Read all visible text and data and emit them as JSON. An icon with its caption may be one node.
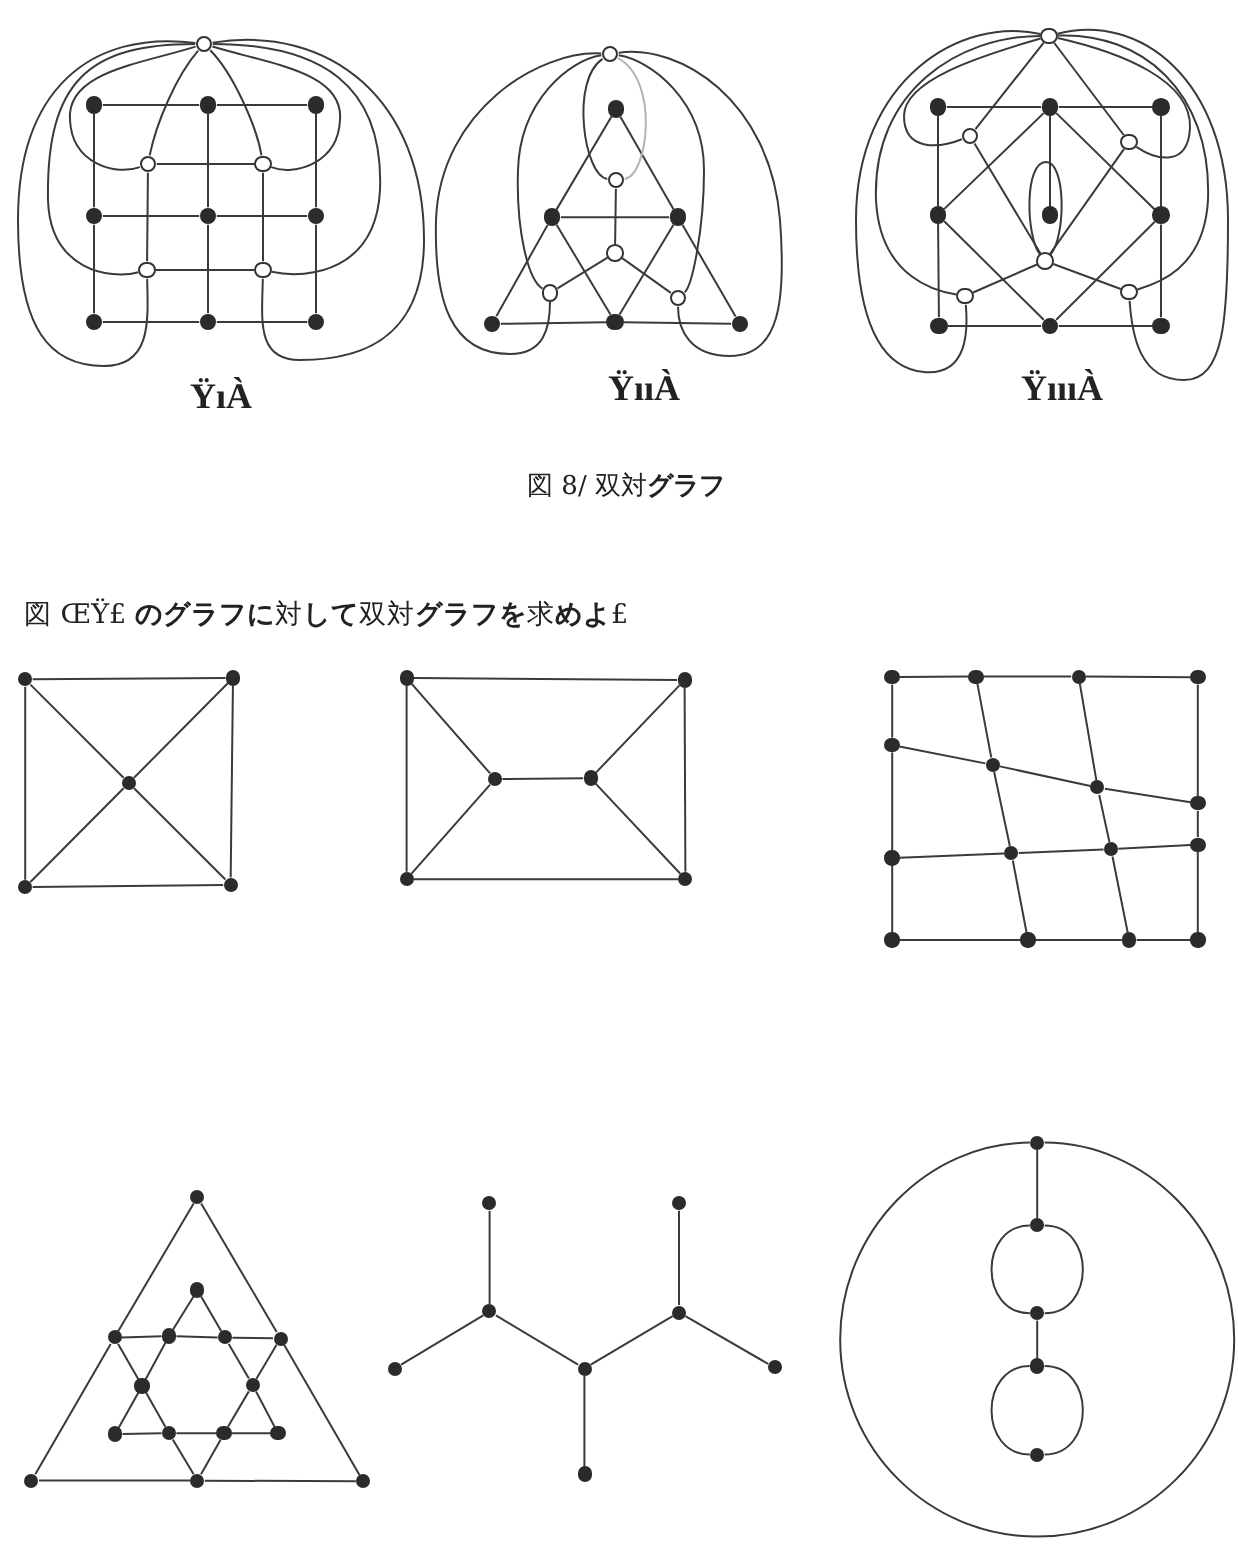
{
  "diagram": {
    "caption": "図 8/ 双対**グラフ**",
    "nodes": [
      {
        "text": [],
        "shape": "dot"
      },
      {
        "text": [],
        "shape": "dot"
      },
      {
        "text": [],
        "shape": "dot"
      },
      {
        "text": [],
        "shape": "dot"
      },
      {
        "text": [],
        "shape": "dot"
      },
      {
        "text": [],
        "shape": "dot"
      },
      {
        "text": [],
        "shape": "dot"
      },
      {
        "text": [],
        "shape": "dot"
      },
      {
        "text": [],
        "shape": "dot"
      },
      {
        "text": [],
        "shape": "circle"
      },
      {
        "text": [],
        "shape": "circle"
      },
      {
        "text": [],
        "shape": "circle"
      },
      {
        "text": [],
        "shape": "circle"
      },
      {
        "text": [],
        "shape": "circle"
      },
      {
        "text": [],
        "shape": "dot"
      },
      {
        "text": [],
        "shape": "dot"
      },
      {
        "text": [],
        "shape": "dot"
      },
      {
        "text": [],
        "shape": "dot"
      },
      {
        "text": [],
        "shape": "dot"
      },
      {
        "text": [],
        "shape": "dot"
      },
      {
        "text": [],
        "shape": "circle"
      },
      {
        "text": [],
        "shape": "circle"
      },
      {
        "text": [],
        "shape": "circle"
      },
      {
        "text": [],
        "shape": "circle"
      },
      {
        "text": [],
        "shape": "circle"
      },
      {
        "text": [],
        "shape": "dot"
      },
      {
        "text": [],
        "shape": "dot"
      },
      {
        "text": [],
        "shape": "dot"
      },
      {
        "text": [],
        "shape": "dot"
      },
      {
        "text": [],
        "shape": "dot"
      },
      {
        "text": [],
        "shape": "dot"
      },
      {
        "text": [],
        "shape": "dot"
      },
      {
        "text": [],
        "shape": "dot"
      },
      {
        "text": [],
        "shape": "dot"
      },
      {
        "text": [],
        "shape": "circle"
      },
      {
        "text": [],
        "shape": "circle"
      },
      {
        "text": [],
        "shape": "circle"
      },
      {
        "text": [],
        "shape": "circle"
      },
      {
        "text": [],
        "shape": "circle"
      },
      {
        "text": [],
        "shape": "circle"
      },
      {
        "text": [],
        "shape": "dot"
      },
      {
        "text": [],
        "shape": "dot"
      },
      {
        "text": [],
        "shape": "dot"
      },
      {
        "text": [],
        "shape": "dot"
      },
      {
        "text": [],
        "shape": "dot"
      },
      {
        "text": [],
        "shape": "dot"
      },
      {
        "text": [],
        "shape": "dot"
      },
      {
        "text": [],
        "shape": "dot"
      },
      {
        "text": [],
        "shape": "dot"
      },
      {
        "text": [],
        "shape": "dot"
      },
      {
        "text": [],
        "shape": "dot"
      },
      {
        "text": [],
        "shape": "dot"
      },
      {
        "text": [],
        "shape": "dot"
      },
      {
        "text": [],
        "shape": "dot"
      },
      {
        "text": [],
        "shape": "dot"
      },
      {
        "text": [],
        "shape": "dot"
      },
      {
        "text": [],
        "shape": "dot"
      },
      {
        "text": [],
        "shape": "dot"
      },
      {
        "text": [],
        "shape": "dot"
      },
      {
        "text": [],
        "shape": "dot"
      },
      {
        "text": [],
        "shape": "dot"
      },
      {
        "text": [],
        "shape": "dot"
      },
      {
        "text": [],
        "shape": "dot"
      },
      {
        "text": [],
        "shape": "dot"
      },
      {
        "text": [],
        "shape": "dot"
      },
      {
        "text": [],
        "shape": "dot"
      },
      {
        "text": [],
        "shape": "dot"
      },
      {
        "text": [],
        "shape": "dot"
      },
      {
        "text": [],
        "shape": "dot"
      },
      {
        "text": [],
        "shape": "dot"
      },
      {
        "text": [],
        "shape": "dot"
      },
      {
        "text": [],
        "shape": "dot"
      },
      {
        "text": [],
        "shape": "dot"
      },
      {
        "text": [],
        "shape": "dot"
      },
      {
        "text": [],
        "shape": "dot"
      },
      {
        "text": [],
        "shape": "dot"
      },
      {
        "text": [],
        "shape": "dot"
      },
      {
        "text": [],
        "shape": "dot"
      },
      {
        "text": [],
        "shape": "dot"
      },
      {
        "text": [],
        "shape": "dot"
      },
      {
        "text": [],
        "shape": "dot"
      },
      {
        "text": [],
        "shape": "dot"
      },
      {
        "text": [],
        "shape": "dot"
      },
      {
        "text": [],
        "shape": "dot"
      },
      {
        "text": [],
        "shape": "dot"
      },
      {
        "text": [],
        "shape": "dot"
      },
      {
        "text": [],
        "shape": "dot"
      },
      {
        "text": [],
        "shape": "dot"
      },
      {
        "text": [],
        "shape": "dot"
      },
      {
        "text": [],
        "shape": "dot"
      },
      {
        "text": [],
        "shape": "dot"
      },
      {
        "text": [],
        "shape": "dot"
      },
      {
        "text": [],
        "shape": "dot"
      },
      {
        "text": [],
        "shape": "dot"
      },
      {
        "text": [],
        "shape": "dot"
      }
    ],
    "edges": [
      {
        "from": 0,
        "to": 1,
        "arrow": "none"
      },
      {
        "from": 1,
        "to": 2,
        "arrow": "none"
      },
      {
        "from": 3,
        "to": 4,
        "arrow": "none"
      },
      {
        "from": 4,
        "to": 5,
        "arrow": "none"
      },
      {
        "from": 6,
        "to": 7,
        "arrow": "none"
      },
      {
        "from": 7,
        "to": 8,
        "arrow": "none"
      },
      {
        "from": 0,
        "to": 3,
        "arrow": "none"
      },
      {
        "from": 3,
        "to": 6,
        "arrow": "none"
      },
      {
        "from": 1,
        "to": 4,
        "arrow": "none"
      },
      {
        "from": 4,
        "to": 7,
        "arrow": "none"
      },
      {
        "from": 2,
        "to": 5,
        "arrow": "none"
      },
      {
        "from": 5,
        "to": 8,
        "arrow": "none"
      },
      {
        "from": 10,
        "to": 11,
        "arrow": "none"
      },
      {
        "from": 12,
        "to": 13,
        "arrow": "none"
      },
      {
        "from": 10,
        "to": 12,
        "arrow": "none"
      },
      {
        "from": 11,
        "to": 13,
        "arrow": "none"
      },
      {
        "from": 10,
        "to": 9,
        "arrow": "none"
      },
      {
        "from": 11,
        "to": 9,
        "arrow": "none"
      },
      {
        "from": 10,
        "to": 9,
        "arrow": "none"
      },
      {
        "from": 11,
        "to": 9,
        "arrow": "none"
      },
      {
        "from": 12,
        "to": 9,
        "arrow": "none"
      },
      {
        "from": 12,
        "to": 9,
        "arrow": "none"
      },
      {
        "from": 13,
        "to": 9,
        "arrow": "none"
      },
      {
        "from": 13,
        "to": 9,
        "arrow": "none"
      },
      {
        "from": 14,
        "to": 15,
        "arrow": "none"
      },
      {
        "from": 14,
        "to": 16,
        "arrow": "none"
      },
      {
        "from": 15,
        "to": 16,
        "arrow": "none"
      },
      {
        "from": 15,
        "to": 17,
        "arrow": "none"
      },
      {
        "from": 15,
        "to": 18,
        "arrow": "none"
      },
      {
        "from": 16,
        "to": 18,
        "arrow": "none"
      },
      {
        "from": 16,
        "to": 19,
        "arrow": "none"
      },
      {
        "from": 17,
        "to": 18,
        "arrow": "none"
      },
      {
        "from": 18,
        "to": 19,
        "arrow": "none"
      },
      {
        "from": 21,
        "to": 22,
        "arrow": "none"
      },
      {
        "from": 22,
        "to": 23,
        "arrow": "none"
      },
      {
        "from": 22,
        "to": 24,
        "arrow": "none"
      },
      {
        "from": 21,
        "to": 20,
        "arrow": "none"
      },
      {
        "from": 21,
        "to": 20,
        "arrow": "none",
        "color": "#b4b4b4"
      },
      {
        "from": 23,
        "to": 20,
        "arrow": "none"
      },
      {
        "from": 23,
        "to": 20,
        "arrow": "none"
      },
      {
        "from": 24,
        "to": 20,
        "arrow": "none"
      },
      {
        "from": 24,
        "to": 20,
        "arrow": "none"
      },
      {
        "from": 25,
        "to": 26,
        "arrow": "none"
      },
      {
        "from": 26,
        "to": 27,
        "arrow": "none"
      },
      {
        "from": 31,
        "to": 32,
        "arrow": "none"
      },
      {
        "from": 32,
        "to": 33,
        "arrow": "none"
      },
      {
        "from": 25,
        "to": 28,
        "arrow": "none"
      },
      {
        "from": 28,
        "to": 31,
        "arrow": "none"
      },
      {
        "from": 27,
        "to": 30,
        "arrow": "none"
      },
      {
        "from": 30,
        "to": 33,
        "arrow": "none"
      },
      {
        "from": 26,
        "to": 28,
        "arrow": "none"
      },
      {
        "from": 26,
        "to": 30,
        "arrow": "none"
      },
      {
        "from": 28,
        "to": 32,
        "arrow": "none"
      },
      {
        "from": 30,
        "to": 32,
        "arrow": "none"
      },
      {
        "from": 26,
        "to": 29,
        "arrow": "none"
      },
      {
        "from": 35,
        "to": 37,
        "arrow": "none"
      },
      {
        "from": 36,
        "to": 37,
        "arrow": "none"
      },
      {
        "from": 38,
        "to": 37,
        "arrow": "none"
      },
      {
        "from": 39,
        "to": 37,
        "arrow": "none"
      },
      {
        "from": 35,
        "to": 34,
        "arrow": "none"
      },
      {
        "from": 36,
        "to": 34,
        "arrow": "none"
      },
      {
        "from": 35,
        "to": 34,
        "arrow": "none"
      },
      {
        "from": 36,
        "to": 34,
        "arrow": "none"
      },
      {
        "from": 38,
        "to": 34,
        "arrow": "none"
      },
      {
        "from": 38,
        "to": 34,
        "arrow": "none"
      },
      {
        "from": 39,
        "to": 34,
        "arrow": "none"
      },
      {
        "from": 39,
        "to": 34,
        "arrow": "none"
      },
      {
        "from": 37,
        "to": 37,
        "arrow": "none"
      },
      {
        "from": 40,
        "to": 41,
        "arrow": "none"
      },
      {
        "from": 41,
        "to": 44,
        "arrow": "none"
      },
      {
        "from": 44,
        "to": 43,
        "arrow": "none"
      },
      {
        "from": 43,
        "to": 40,
        "arrow": "none"
      },
      {
        "from": 40,
        "to": 42,
        "arrow": "none"
      },
      {
        "from": 41,
        "to": 42,
        "arrow": "none"
      },
      {
        "from": 43,
        "to": 42,
        "arrow": "none"
      },
      {
        "from": 44,
        "to": 42,
        "arrow": "none"
      },
      {
        "from": 45,
        "to": 46,
        "arrow": "none"
      },
      {
        "from": 46,
        "to": 50,
        "arrow": "none"
      },
      {
        "from": 50,
        "to": 49,
        "arrow": "none"
      },
      {
        "from": 49,
        "to": 45,
        "arrow": "none"
      },
      {
        "from": 45,
        "to": 47,
        "arrow": "none"
      },
      {
        "from": 49,
        "to": 47,
        "arrow": "none"
      },
      {
        "from": 47,
        "to": 48,
        "arrow": "none"
      },
      {
        "from": 48,
        "to": 46,
        "arrow": "none"
      },
      {
        "from": 48,
        "to": 50,
        "arrow": "none"
      },
      {
        "from": 51,
        "to": 52,
        "arrow": "none"
      },
      {
        "from": 52,
        "to": 53,
        "arrow": "none"
      },
      {
        "from": 53,
        "to": 54,
        "arrow": "none"
      },
      {
        "from": 63,
        "to": 64,
        "arrow": "none"
      },
      {
        "from": 64,
        "to": 65,
        "arrow": "none"
      },
      {
        "from": 65,
        "to": 66,
        "arrow": "none"
      },
      {
        "from": 51,
        "to": 55,
        "arrow": "none"
      },
      {
        "from": 55,
        "to": 59,
        "arrow": "none"
      },
      {
        "from": 59,
        "to": 63,
        "arrow": "none"
      },
      {
        "from": 54,
        "to": 58,
        "arrow": "none"
      },
      {
        "from": 58,
        "to": 62,
        "arrow": "none"
      },
      {
        "from": 62,
        "to": 66,
        "arrow": "none"
      },
      {
        "from": 55,
        "to": 56,
        "arrow": "none"
      },
      {
        "from": 56,
        "to": 57,
        "arrow": "none"
      },
      {
        "from": 57,
        "to": 58,
        "arrow": "none"
      },
      {
        "from": 59,
        "to": 60,
        "arrow": "none"
      },
      {
        "from": 60,
        "to": 61,
        "arrow": "none"
      },
      {
        "from": 61,
        "to": 62,
        "arrow": "none"
      },
      {
        "from": 52,
        "to": 56,
        "arrow": "none"
      },
      {
        "from": 56,
        "to": 60,
        "arrow": "none"
      },
      {
        "from": 60,
        "to": 64,
        "arrow": "none"
      },
      {
        "from": 53,
        "to": 57,
        "arrow": "none"
      },
      {
        "from": 57,
        "to": 61,
        "arrow": "none"
      },
      {
        "from": 61,
        "to": 65,
        "arrow": "none"
      },
      {
        "from": 67,
        "to": 69,
        "arrow": "none"
      },
      {
        "from": 69,
        "to": 79,
        "arrow": "none"
      },
      {
        "from": 79,
        "to": 80,
        "arrow": "none"
      },
      {
        "from": 80,
        "to": 81,
        "arrow": "none"
      },
      {
        "from": 81,
        "to": 72,
        "arrow": "none"
      },
      {
        "from": 72,
        "to": 67,
        "arrow": "none"
      },
      {
        "from": 68,
        "to": 70,
        "arrow": "none"
      },
      {
        "from": 70,
        "to": 73,
        "arrow": "none"
      },
      {
        "from": 73,
        "to": 75,
        "arrow": "none"
      },
      {
        "from": 68,
        "to": 71,
        "arrow": "none"
      },
      {
        "from": 71,
        "to": 74,
        "arrow": "none"
      },
      {
        "from": 74,
        "to": 78,
        "arrow": "none"
      },
      {
        "from": 75,
        "to": 76,
        "arrow": "none"
      },
      {
        "from": 76,
        "to": 77,
        "arrow": "none"
      },
      {
        "from": 77,
        "to": 78,
        "arrow": "none"
      },
      {
        "from": 69,
        "to": 70,
        "arrow": "none"
      },
      {
        "from": 70,
        "to": 71,
        "arrow": "none"
      },
      {
        "from": 71,
        "to": 72,
        "arrow": "none"
      },
      {
        "from": 69,
        "to": 73,
        "arrow": "none"
      },
      {
        "from": 73,
        "to": 76,
        "arrow": "none"
      },
      {
        "from": 76,
        "to": 80,
        "arrow": "none"
      },
      {
        "from": 72,
        "to": 74,
        "arrow": "none"
      },
      {
        "from": 74,
        "to": 77,
        "arrow": "none"
      },
      {
        "from": 77,
        "to": 80,
        "arrow": "none"
      },
      {
        "from": 82,
        "to": 84,
        "arrow": "none"
      },
      {
        "from": 84,
        "to": 86,
        "arrow": "none"
      },
      {
        "from": 84,
        "to": 87,
        "arrow": "none"
      },
      {
        "from": 87,
        "to": 85,
        "arrow": "none"
      },
      {
        "from": 85,
        "to": 83,
        "arrow": "none"
      },
      {
        "from": 85,
        "to": 88,
        "arrow": "none"
      },
      {
        "from": 87,
        "to": 89,
        "arrow": "none"
      },
      {
        "from": 90,
        "to": 90,
        "arrow": "none"
      },
      {
        "from": 90,
        "to": 91,
        "arrow": "none"
      },
      {
        "from": 91,
        "to": 92,
        "arrow": "none"
      },
      {
        "from": 91,
        "to": 92,
        "arrow": "none"
      },
      {
        "from": 92,
        "to": 93,
        "arrow": "none"
      },
      {
        "from": 93,
        "to": 94,
        "arrow": "none"
      },
      {
        "from": 93,
        "to": 94,
        "arrow": "none"
      }
    ],
    "labels": [
      "ŸıÀ",
      "ŸııÀ",
      "ŸıııÀ",
      "図 ŒŸ£ **のグラフに**対**して**双対**グラフを**求**めよ**£"
    ]
  }
}
